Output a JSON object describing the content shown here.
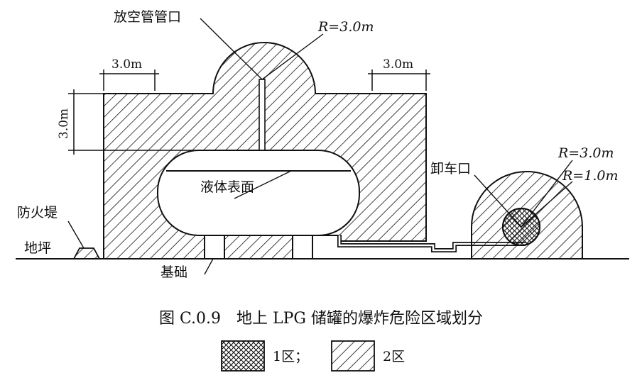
{
  "labels": {
    "vent_outlet": "放空管管口",
    "radius_vent": "R=3.0m",
    "dim_left_top": "3.0m",
    "dim_right_top": "3.0m",
    "dim_vertical": "3.0m",
    "liquid_surface": "液体表面",
    "unloading_port": "卸车口",
    "radius_unload_outer": "R=3.0m",
    "radius_unload_inner": "R=1.0m",
    "fire_dike": "防火堤",
    "ground": "地坪",
    "foundation": "基础"
  },
  "caption": "图 C.0.9　地上 LPG 储罐的爆炸危险区域划分",
  "legend": {
    "zone1_label": "1区；",
    "zone2_label": "2区"
  },
  "colors": {
    "line": "#111111",
    "background": "#ffffff"
  }
}
